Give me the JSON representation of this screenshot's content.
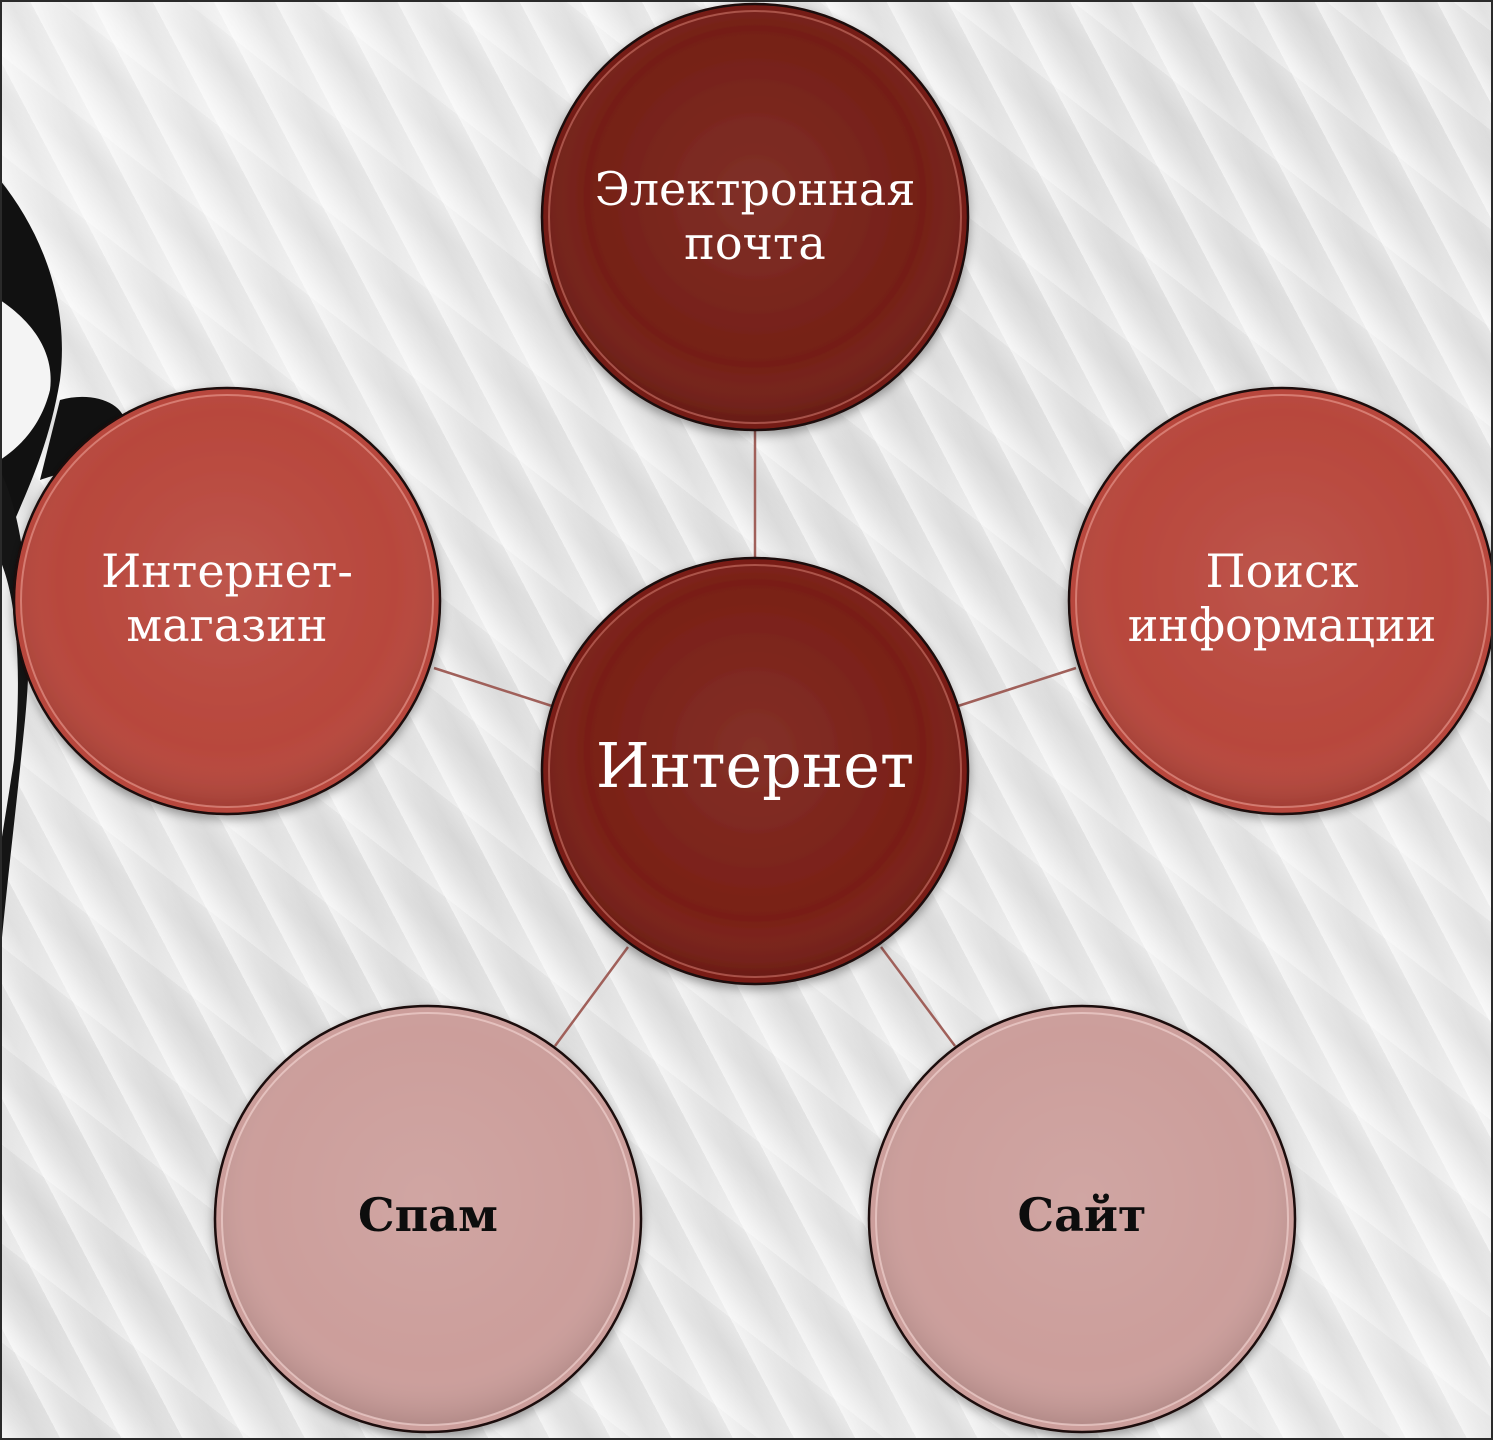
{
  "diagram": {
    "center": {
      "label": "Интернет",
      "fill": "#791f16",
      "text_color": "#ffffff"
    },
    "nodes": [
      {
        "id": "email",
        "lines": [
          "Электронная",
          "почта"
        ],
        "fill": "#751f16",
        "text_color": "#ffffff"
      },
      {
        "id": "search",
        "lines": [
          "Поиск",
          "информации"
        ],
        "fill": "#b8473c",
        "text_color": "#ffffff"
      },
      {
        "id": "shop",
        "lines": [
          "Интернет-",
          "магазин"
        ],
        "fill": "#b8473c",
        "text_color": "#ffffff"
      },
      {
        "id": "spam",
        "lines": [
          "Спам"
        ],
        "fill": "#cc9e9b",
        "text_color": "#111111"
      },
      {
        "id": "site",
        "lines": [
          "Сайт"
        ],
        "fill": "#cc9e9b",
        "text_color": "#111111"
      }
    ],
    "connector_color": "#a0605a"
  }
}
